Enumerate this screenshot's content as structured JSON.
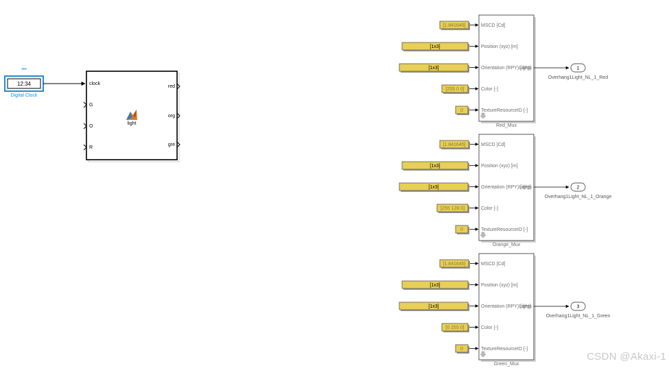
{
  "clock_block": {
    "label": "Digital Clock",
    "display": "12:34",
    "dots": "•••"
  },
  "light_block": {
    "name": "light",
    "inputs": [
      "clock",
      "G",
      "O",
      "R"
    ],
    "outputs": [
      "red",
      "org",
      "gre"
    ]
  },
  "mux_port_labels": [
    "MSCD [Cd]",
    "Position (xyz) [m]",
    "Orientation (RPY) [deg]",
    "Color [-]",
    "TextureResourceID [-]"
  ],
  "mux_output_label": "Lights",
  "muxes": [
    {
      "name": "Red_Mux",
      "constants": [
        "[1.841645]",
        "[1x3]",
        "[1x3]",
        "[255 0 0]",
        "0"
      ],
      "outport_number": "1",
      "outport_label": "Overhang1Light_NL_1_Red"
    },
    {
      "name": "Orange_Mux",
      "constants": [
        "[1.841645]",
        "[1x3]",
        "[1x3]",
        "[255 128 0]",
        "0"
      ],
      "outport_number": "2",
      "outport_label": "Overhang1Light_NL_1_Orange"
    },
    {
      "name": "Green_Mux",
      "constants": [
        "[1.841645]",
        "[1x3]",
        "[1x3]",
        "[0 255 0]",
        "0"
      ],
      "outport_number": "3",
      "outport_label": "Overhang1Light_NL_1_Green"
    }
  ],
  "watermark": "CSDN @Akaxi-1",
  "colors": {
    "constant_fill": "#e8cf55",
    "clock_accent": "#1a8fd6",
    "wire": "#000000"
  }
}
